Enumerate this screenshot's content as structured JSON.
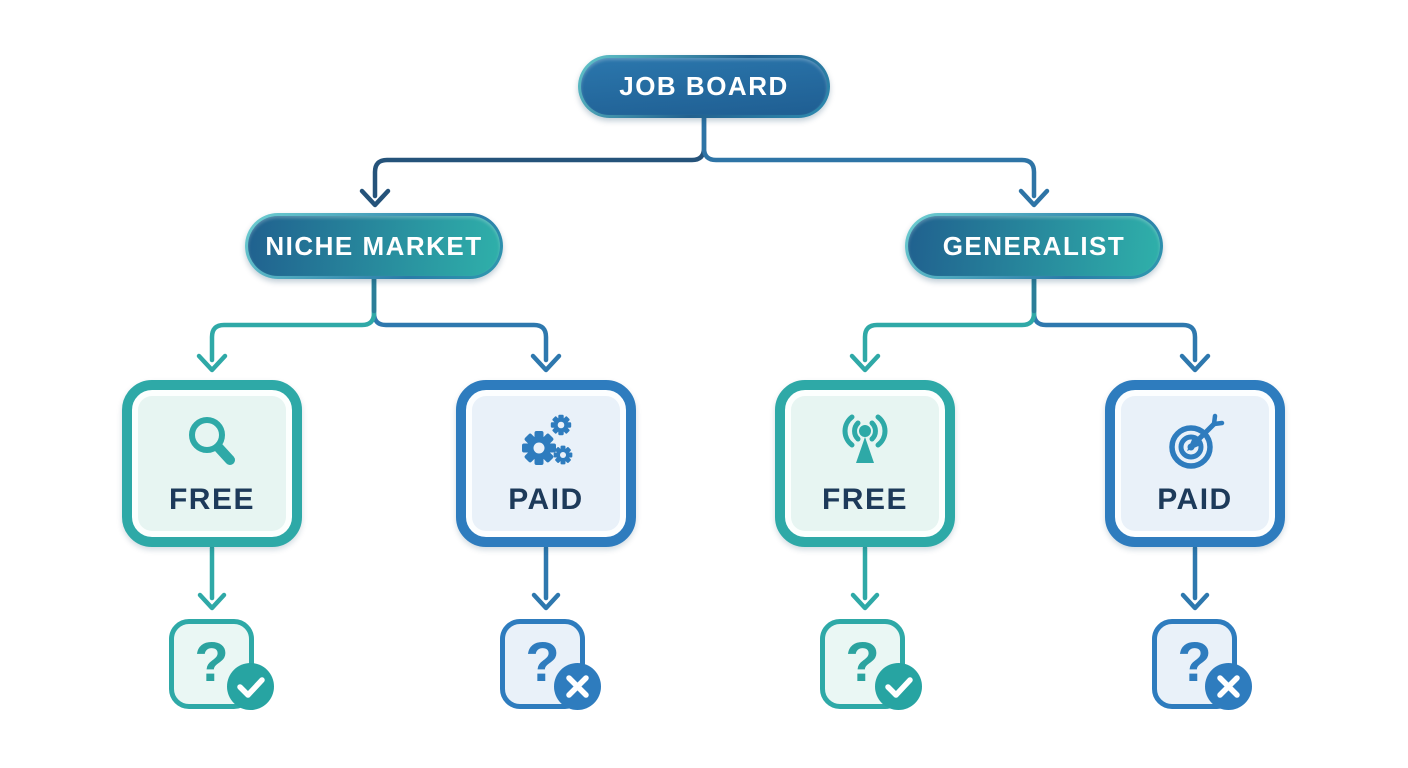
{
  "diagram": {
    "root": {
      "label": "JOB BOARD"
    },
    "branches": [
      {
        "label": "NICHE MARKET",
        "children": [
          {
            "label": "FREE",
            "icon": "search-icon",
            "variant": "teal",
            "outcome": "check"
          },
          {
            "label": "PAID",
            "icon": "gears-icon",
            "variant": "blue",
            "outcome": "cross"
          }
        ]
      },
      {
        "label": "GENERALIST",
        "children": [
          {
            "label": "FREE",
            "icon": "broadcast-icon",
            "variant": "teal",
            "outcome": "check"
          },
          {
            "label": "PAID",
            "icon": "target-icon",
            "variant": "blue",
            "outcome": "cross"
          }
        ]
      }
    ],
    "question_mark": "?",
    "colors": {
      "teal": "#2EA9A7",
      "blue": "#2E7CBE",
      "navy_text": "#1D3A5A",
      "connector_dark": "#25537A",
      "connector_blue": "#2E74A6",
      "pill_root_fill_start": "#2B77AD",
      "pill_root_fill_end": "#1F5E92",
      "pill_branch_fill_start": "#20618F",
      "pill_branch_fill_end": "#2FB0AA",
      "free_box_bg": "#E7F5F2",
      "paid_box_bg": "#E9F1F9",
      "badge_check_bg": "#27A4A2",
      "badge_cross_bg": "#2E7CBE"
    }
  }
}
